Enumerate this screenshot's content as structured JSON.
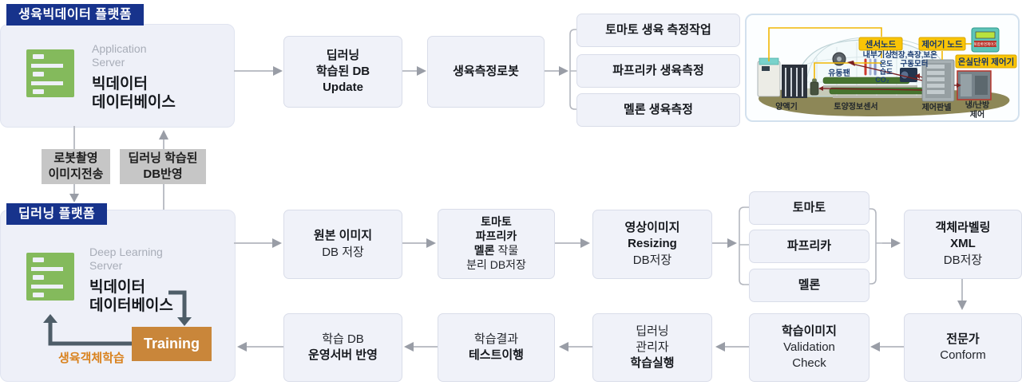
{
  "colors": {
    "navy": "#17338c",
    "green": "#84ba5c",
    "orange": "#c9863a",
    "slate": "#4e5d68",
    "arrow_gray": "#bcbfc6",
    "label_gray": "#c6c6c6",
    "note_orange": "#d9821e",
    "node_fill": "#f0f2f9",
    "node_border": "#d9dde9",
    "chip_yellow": "#f9c406",
    "ground": "#8d8757"
  },
  "bigdata_platform": {
    "tab": "생육빅데이터 플랫폼",
    "server_type_1": "Application",
    "server_type_2": "Server",
    "db_1": "빅데이터",
    "db_2": "데이터베이스"
  },
  "dl_platform": {
    "tab": "딥러닝 플랫폼",
    "server_type_1": "Deep Learning",
    "server_type_2": "Server",
    "db_1": "빅데이터",
    "db_2": "데이터베이스",
    "training": "Training",
    "training_note": "생육객체학습"
  },
  "transfer": {
    "down_1": "로봇촬영",
    "down_2": "이미지전송",
    "up_1": "딥러닝 학습된",
    "up_2": "DB반영"
  },
  "row1": {
    "update": {
      "l1": "딥러닝",
      "l2": "학습된 DB",
      "l3": "Update"
    },
    "robot": "생육측정로봇",
    "tasks": [
      "토마토 생육 측정작업",
      "파프리카 생육측정",
      "멜론 생육측정"
    ]
  },
  "row2": {
    "original": {
      "l1": "원본 이미지",
      "l2": "DB 저장"
    },
    "crops_db": {
      "l1": "토마토",
      "l2": "파프리카",
      "l3b": "멜론",
      "l3r": "작물",
      "l4": "분리 DB저장"
    },
    "resizing": {
      "l1": "영상이미지",
      "l2": "Resizing",
      "l3": "DB저장"
    },
    "crops": [
      "토마토",
      "파프리카",
      "멜론"
    ],
    "labeling": {
      "l1": "객체라벨링",
      "l2": "XML",
      "l3": "DB저장"
    }
  },
  "row3": {
    "expert": {
      "l1": "전문가",
      "l2": "Conform"
    },
    "validation": {
      "l1": "학습이미지",
      "l2": "Validation",
      "l3": "Check"
    },
    "training_run": {
      "l1": "딥러닝",
      "l2": "관리자",
      "l3": "학습실행"
    },
    "test": {
      "l1": "학습결과",
      "l2": "테스트이행"
    },
    "deploy": {
      "l1": "학습 DB",
      "l2": "운영서버 반영"
    }
  },
  "greenhouse": {
    "sensor_node": "센서노드",
    "controller_node": "제어기 노드",
    "unit_controller": "온실단위 제어기",
    "device_label": "복합환경제어기",
    "indoor_weather": "내부기상",
    "motor_1": "천장,측장,보온",
    "motor_2": "구동모터",
    "temp": "온도",
    "humid": "습도",
    "co2": "CO₂",
    "fan": "유동팬",
    "nutrient": "양액기",
    "soil_sensor": "토양정보센서",
    "control_panel": "제어판넬",
    "hvac_1": "냉/난방",
    "hvac_2": "제어"
  }
}
